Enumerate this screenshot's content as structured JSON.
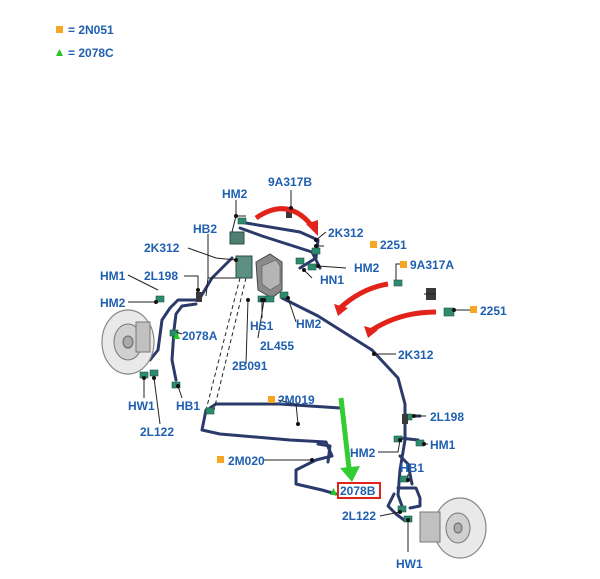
{
  "legend": [
    {
      "symbol": "square",
      "color": "#f5a623",
      "text": "= 2N051"
    },
    {
      "symbol": "triangle",
      "color": "#22c722",
      "text": "= 2078C"
    }
  ],
  "callouts": {
    "hm2_top": "HM2",
    "c9a317b": "9A317B",
    "hb2": "HB2",
    "c2k312_top": "2K312",
    "c2251_top": "2251",
    "c2k312_left": "2K312",
    "hm2_mid": "HM2",
    "c9a317a": "9A317A",
    "hm1_left": "HM1",
    "c2l198_left": "2L198",
    "hn1": "HN1",
    "hm2_left": "HM2",
    "c2251_right": "2251",
    "c2078a": "2078A",
    "hs1": "HS1",
    "hm2_center": "HM2",
    "c2l455": "2L455",
    "c2k312_right": "2K312",
    "c2b091": "2B091",
    "hw1_left": "HW1",
    "hb1_left": "HB1",
    "c2l122_left": "2L122",
    "c2m019": "2M019",
    "c2l198_right": "2L198",
    "hm2_right": "HM2",
    "hm1_right": "HM1",
    "c2m020": "2M020",
    "hb1_right": "HB1",
    "c2078b": "2078B",
    "c2l122_right": "2L122",
    "hw1_right": "HW1"
  },
  "colors": {
    "label": "#1f5fb0",
    "highlight_box": "#e2231a",
    "pointer_arrow": "#33cc33",
    "flow_arrows": "#e2231a",
    "brake_line": "#2b3a6b"
  }
}
